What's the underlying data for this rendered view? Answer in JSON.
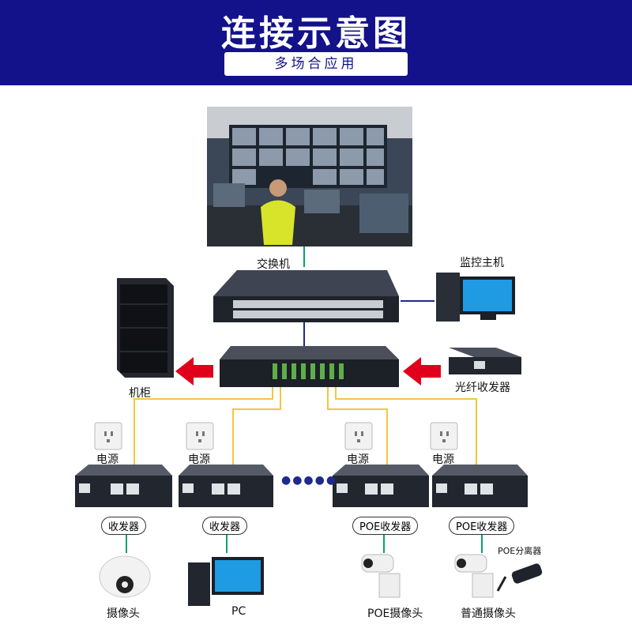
{
  "header": {
    "title": "连接示意图",
    "subtitle": "多场合应用"
  },
  "colors": {
    "banner": "#13128a",
    "fiber_line": "#f5c542",
    "network_line": "#1e2a8c",
    "power_line": "#0aa06e",
    "arrow": "#e0001b"
  },
  "devices": {
    "switch_label": "交换机",
    "monitor_host_label": "监控主机",
    "cabinet_label": "机柜",
    "fiber_transceiver_label": "光纤收发器"
  },
  "power_sockets": [
    "电源",
    "电源",
    "电源",
    "电源"
  ],
  "transceivers": [
    "收发器",
    "收发器",
    "POE收发器",
    "POE收发器"
  ],
  "endpoints": {
    "camera_dome": "摄像头",
    "pc": "PC",
    "poe_camera": "POE摄像头",
    "normal_camera": "普通摄像头",
    "poe_splitter": "POE分离器"
  },
  "ellipsis": "●●●●●"
}
